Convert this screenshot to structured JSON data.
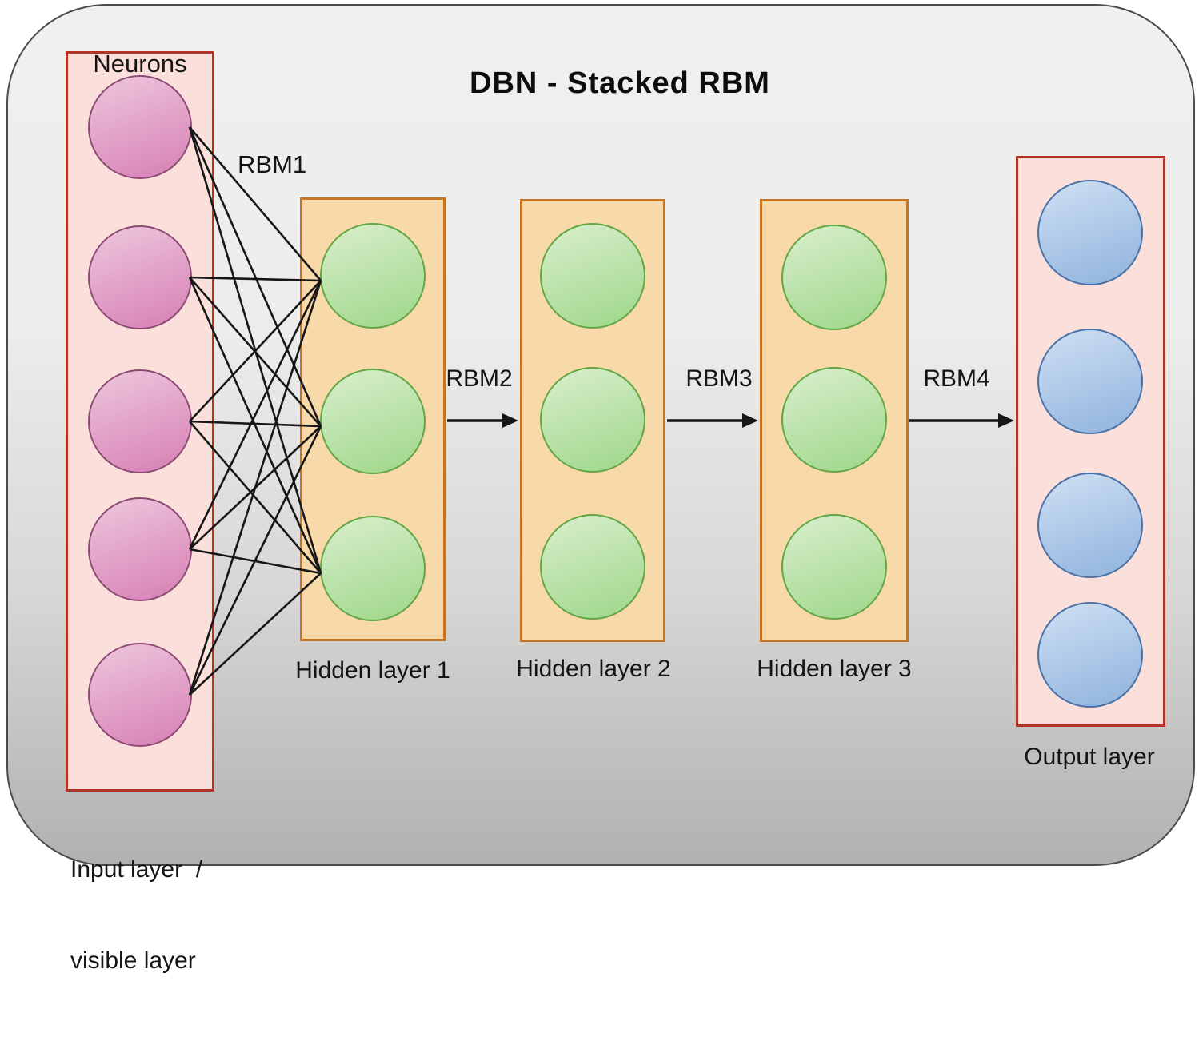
{
  "title": "DBN - Stacked RBM",
  "diagram": {
    "input_layer": {
      "top_label": "Neurons",
      "bottom_label": [
        "Input layer  /",
        "visible layer"
      ],
      "node_count": 5
    },
    "hidden_layers": [
      {
        "label": "Hidden layer 1",
        "node_count": 3
      },
      {
        "label": "Hidden layer 2",
        "node_count": 3
      },
      {
        "label": "Hidden layer 3",
        "node_count": 3
      }
    ],
    "output_layer": {
      "label": "Output layer",
      "node_count": 4
    },
    "rbm_labels": [
      "RBM1",
      "RBM2",
      "RBM3",
      "RBM4"
    ]
  },
  "colors": {
    "pink_box_fill": "#fbdfda",
    "pink_box_border": "#b33327",
    "orange_box_fill": "#f8d9aa",
    "orange_box_border": "#c7741f",
    "pink_node_top": "#edc7dd",
    "pink_node_bottom": "#d77fb4",
    "pink_node_border": "#8d4a75",
    "green_node_top": "#d9efcc",
    "green_node_bottom": "#9ed689",
    "green_node_border": "#61a744",
    "blue_node_top": "#cfe0f3",
    "blue_node_bottom": "#8fb2dd",
    "blue_node_border": "#4a72a8",
    "wire": "#161616"
  }
}
